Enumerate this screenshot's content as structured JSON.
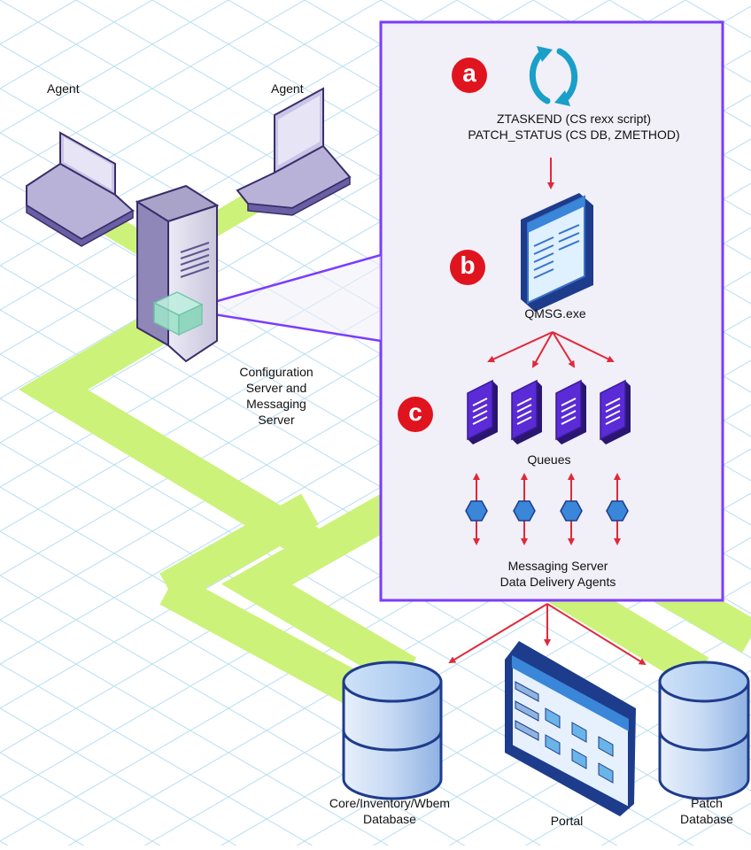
{
  "agents": [
    {
      "label": "Agent"
    },
    {
      "label": "Agent"
    }
  ],
  "config_server": {
    "label_lines": [
      "Configuration",
      "Server and",
      "Messaging",
      "Server"
    ]
  },
  "steps": {
    "a": {
      "badge": "a",
      "lines": [
        "ZTASKEND (CS rexx script)",
        "PATCH_STATUS (CS DB, ZMETHOD)"
      ]
    },
    "b": {
      "badge": "b",
      "label": "QMSG.exe"
    },
    "c": {
      "badge": "c",
      "label": "Queues"
    }
  },
  "data_delivery": {
    "lines": [
      "Messaging Server",
      "Data Delivery Agents"
    ]
  },
  "destinations": {
    "core_db": {
      "lines": [
        "Core/Inventory/Wbem",
        "Database"
      ]
    },
    "portal": {
      "label": "Portal"
    },
    "patch_db": {
      "lines": [
        "Patch",
        "Database"
      ]
    }
  },
  "colors": {
    "grid": "#b9dff2",
    "path": "#ccf27a",
    "callout_border": "#7a3cff",
    "callout_fill": "#f1eff7",
    "badge": "#e0141e",
    "arrow": "#e0283a",
    "queue": "#5a2bd6"
  }
}
